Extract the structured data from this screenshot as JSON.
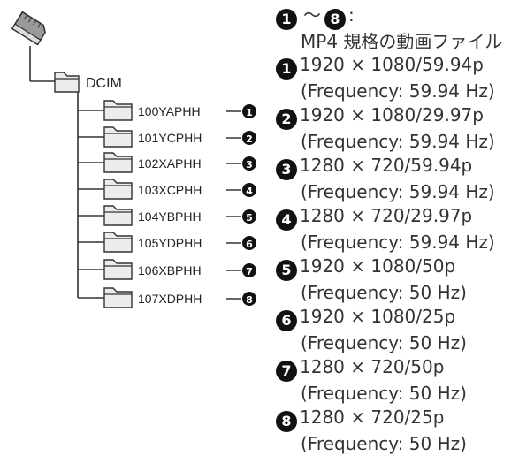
{
  "tree": {
    "root_label": "DCIM",
    "folders": [
      {
        "name": "100YAPHH",
        "num": "1"
      },
      {
        "name": "101YCPHH",
        "num": "2"
      },
      {
        "name": "102XAPHH",
        "num": "3"
      },
      {
        "name": "103XCPHH",
        "num": "4"
      },
      {
        "name": "104YBPHH",
        "num": "5"
      },
      {
        "name": "105YDPHH",
        "num": "6"
      },
      {
        "name": "106XBPHH",
        "num": "7"
      },
      {
        "name": "107XDPHH",
        "num": "8"
      }
    ]
  },
  "legend": {
    "range_start": "1",
    "range_tilde": "～",
    "range_end": "8",
    "range_colon": ":",
    "description": "MP4 規格の動画ファイル",
    "items": [
      {
        "num": "1",
        "format": "1920 × 1080/59.94p",
        "freq": "(Frequency: 59.94 Hz)"
      },
      {
        "num": "2",
        "format": "1920 × 1080/29.97p",
        "freq": "(Frequency: 59.94 Hz)"
      },
      {
        "num": "3",
        "format": "1280 × 720/59.94p",
        "freq": "(Frequency: 59.94 Hz)"
      },
      {
        "num": "4",
        "format": "1280 × 720/29.97p",
        "freq": "(Frequency: 59.94 Hz)"
      },
      {
        "num": "5",
        "format": "1920 × 1080/50p",
        "freq": "(Frequency: 50 Hz)"
      },
      {
        "num": "6",
        "format": "1920 × 1080/25p",
        "freq": "(Frequency: 50 Hz)"
      },
      {
        "num": "7",
        "format": "1280 × 720/50p",
        "freq": "(Frequency: 50 Hz)"
      },
      {
        "num": "8",
        "format": "1280 × 720/25p",
        "freq": "(Frequency: 50 Hz)"
      }
    ]
  }
}
